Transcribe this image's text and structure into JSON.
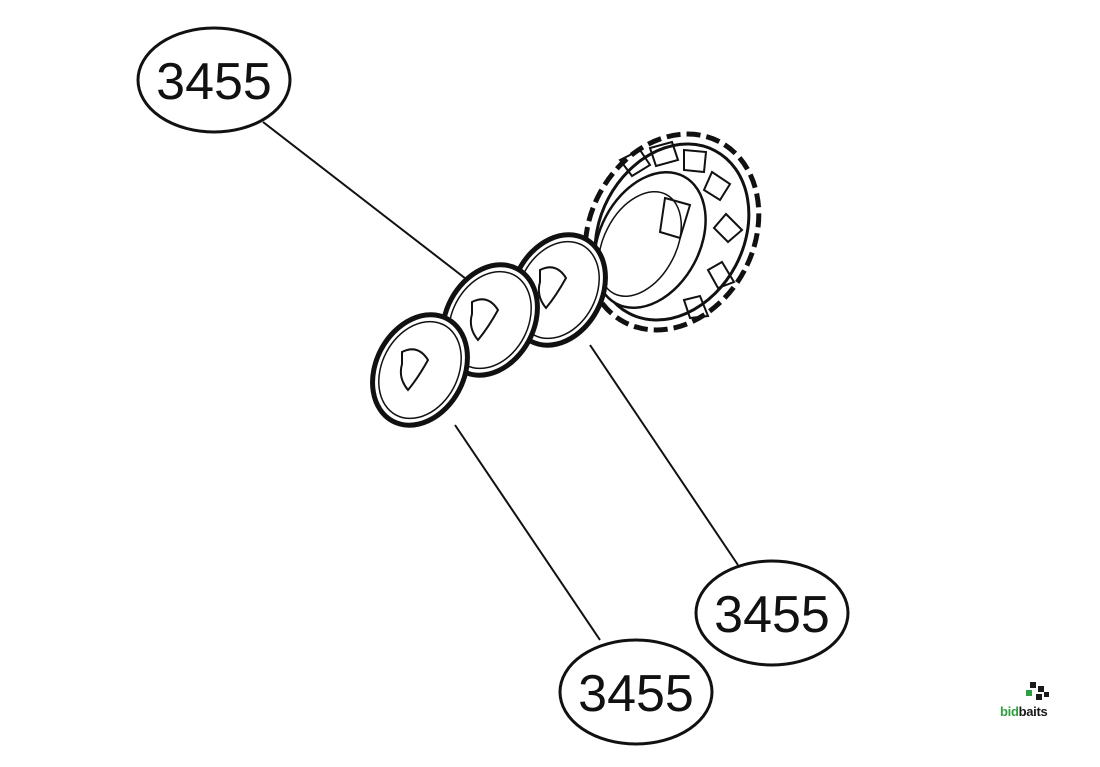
{
  "callouts": [
    {
      "label": "3455"
    },
    {
      "label": "3455"
    },
    {
      "label": "3455"
    }
  ],
  "brand": {
    "prefix": "bid",
    "suffix": "baits",
    "accent_color": "#2e9e3e"
  },
  "colors": {
    "line": "#111111",
    "background": "#ffffff"
  }
}
